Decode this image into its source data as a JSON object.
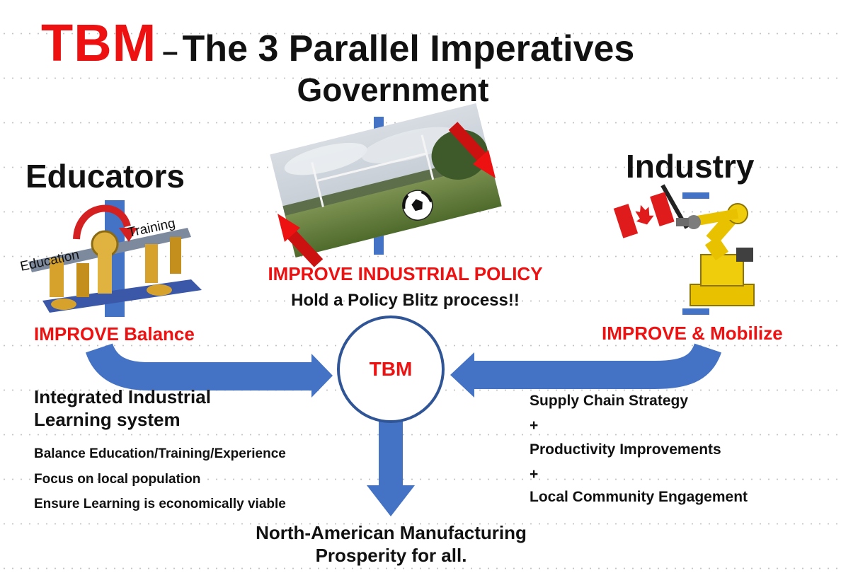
{
  "title": {
    "brand": "TBM",
    "separator": "–",
    "main": "The 3 Parallel Imperatives"
  },
  "government": {
    "heading": "Government",
    "action": "IMPROVE INDUSTRIAL POLICY",
    "process": "Hold a Policy Blitz process!!"
  },
  "educators": {
    "heading": "Educators",
    "seesaw_left": "Education",
    "seesaw_right": "Training",
    "action": "IMPROVE Balance",
    "system_line1": "Integrated Industrial",
    "system_line2": "Learning system",
    "points": [
      "Balance Education/Training/Experience",
      "Focus on local population",
      "Ensure Learning is economically viable"
    ]
  },
  "industry": {
    "heading": "Industry",
    "action": "IMPROVE & Mobilize",
    "points": [
      "Supply Chain Strategy",
      "+",
      "Productivity Improvements",
      "+",
      "Local Community Engagement"
    ]
  },
  "hub": {
    "label": "TBM"
  },
  "outcome": {
    "line1": "North-American Manufacturing",
    "line2": "Prosperity for all."
  },
  "colors": {
    "brand_red": "#ee1111",
    "arrow_blue": "#4472c4",
    "hub_stroke": "#2f5597",
    "text": "#111111"
  },
  "icons": {
    "soccer_photo": "soccer-field-photo",
    "seesaw": "education-training-seesaw-icon",
    "robot": "industrial-robot-arm-icon",
    "flag": "canada-flag-icon"
  }
}
